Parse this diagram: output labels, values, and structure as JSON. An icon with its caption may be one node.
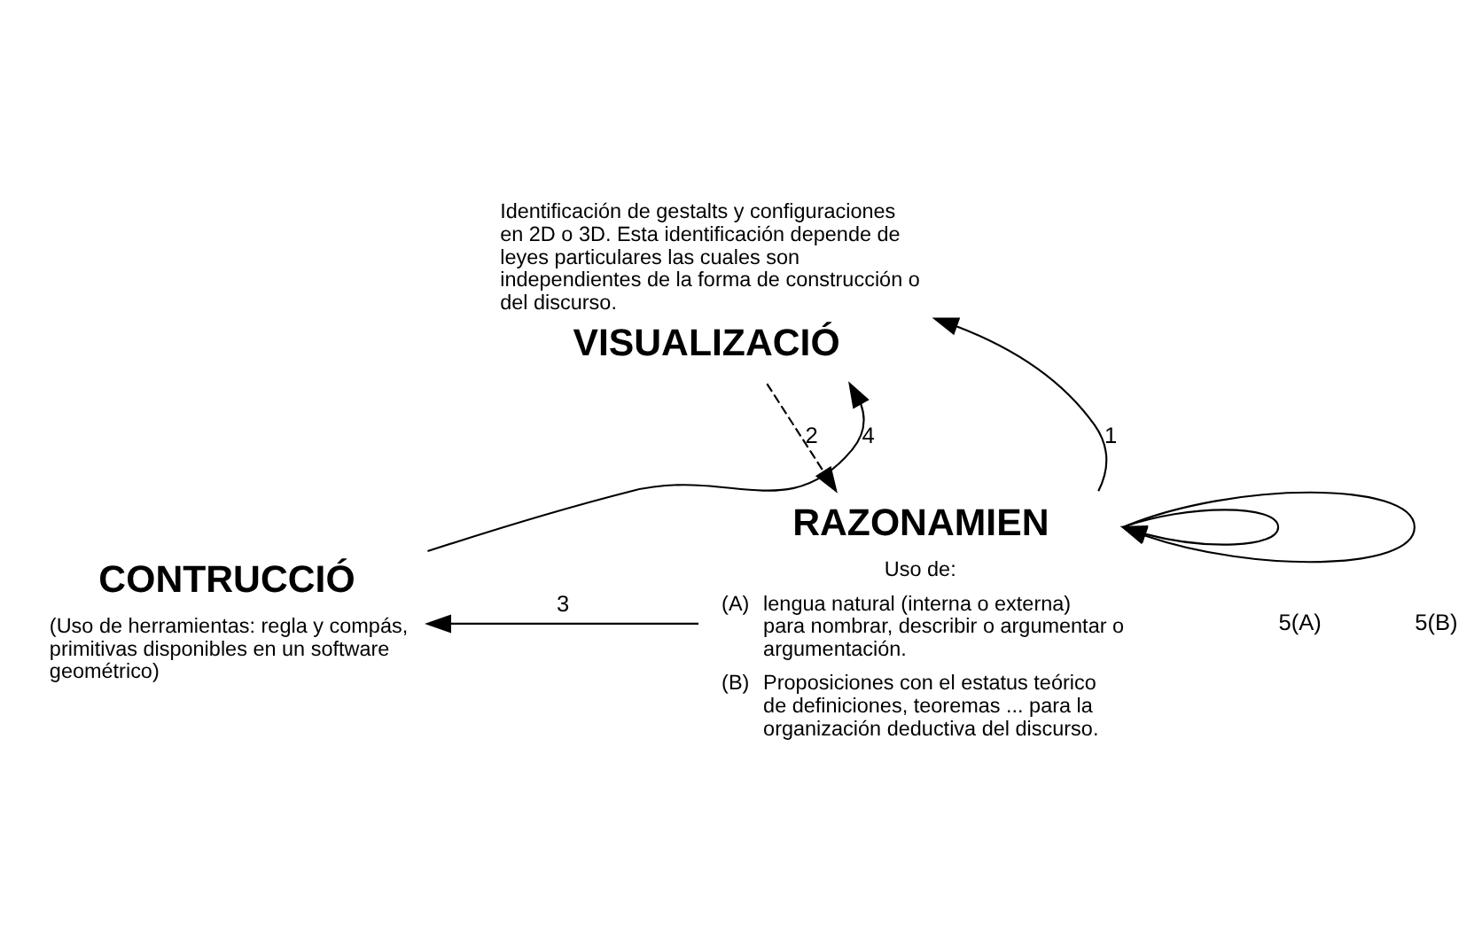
{
  "diagram": {
    "nodes": [
      {
        "text": [
          "VISUALIZACIÓ"
        ],
        "beside": [
          "Identificación de gestalts y configuraciones en 2D o 3D. Esta identificación depende de leyes particulares las cuales son independientes de la forma de construcción o del discurso."
        ]
      },
      {
        "text": [
          "CONTRUCCIÓ"
        ],
        "beside": [
          "(Uso de herramientas: regla y compás, primitivas disponibles en un software geométrico)"
        ]
      },
      {
        "text": [
          "RAZONAMIEN"
        ],
        "beside": [
          "Uso de:",
          "(A)",
          "lengua natural (interna o externa) para nombrar, describir o argumentar o argumentación.",
          "(B)",
          "Proposiciones con el estatus teórico de definiciones, teoremas ... para la organización deductiva del discurso."
        ]
      }
    ],
    "edges": [
      {
        "from": 2,
        "to": 0,
        "arrow": "to",
        "label": "1"
      },
      {
        "from": 0,
        "to": 2,
        "arrow": "to",
        "label": "2",
        "style": "dashed"
      },
      {
        "from": 2,
        "to": 1,
        "arrow": "to",
        "label": "3"
      },
      {
        "from": 1,
        "to": 0,
        "arrow": "to",
        "label": "4"
      },
      {
        "from": 2,
        "to": 2,
        "arrow": "to",
        "label": "5(A)"
      },
      {
        "from": 2,
        "to": 2,
        "arrow": "to",
        "label": "5(B)"
      }
    ]
  }
}
